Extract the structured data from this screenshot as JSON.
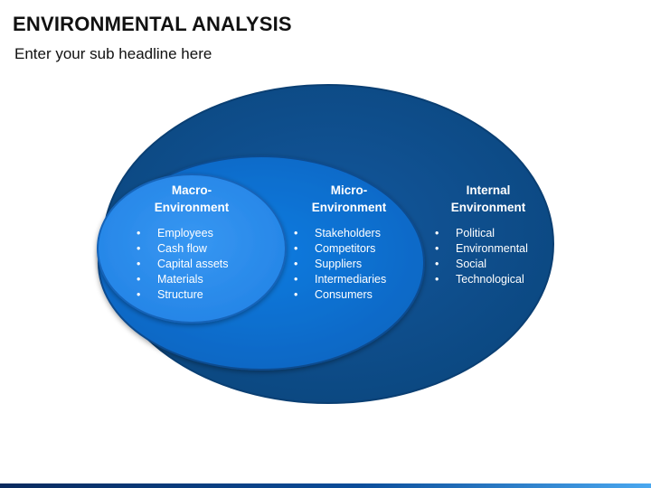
{
  "header": {
    "title": "ENVIRONMENTAL ANALYSIS",
    "subtitle": "Enter your sub headline here"
  },
  "colors": {
    "outer": "#0d4f93",
    "middle": "#0a74d8",
    "inner": "#2e8ff0",
    "text": "#ffffff"
  },
  "blocks": [
    {
      "heading": [
        "Macro-",
        "Environment"
      ],
      "items": [
        "Employees",
        "Cash flow",
        "Capital assets",
        "Materials",
        "Structure"
      ]
    },
    {
      "heading": [
        "Micro-",
        "Environment"
      ],
      "items": [
        "Stakeholders",
        "Competitors",
        "Suppliers",
        "Intermediaries",
        "Consumers"
      ]
    },
    {
      "heading": [
        "Internal",
        "Environment"
      ],
      "items": [
        "Political",
        "Environmental",
        "Social",
        "Technological"
      ]
    }
  ]
}
